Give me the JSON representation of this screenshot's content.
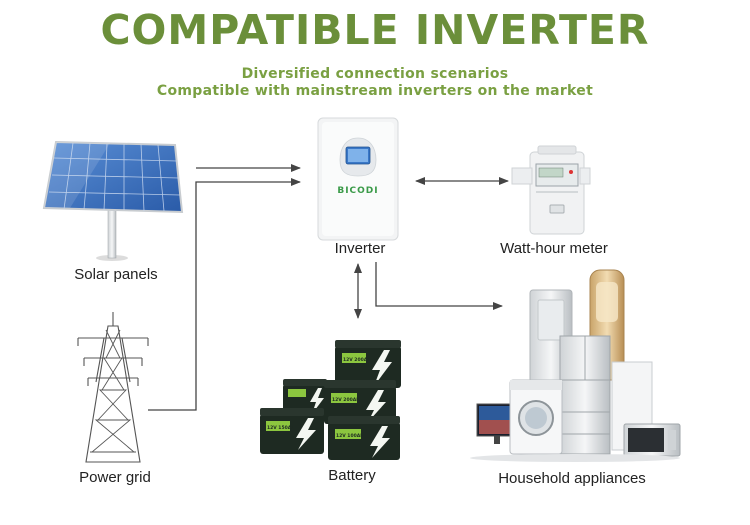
{
  "header": {
    "title": "COMPATIBLE INVERTER",
    "subtitle_line1": "Diversified connection scenarios",
    "subtitle_line2": "Compatible with mainstream inverters on the market"
  },
  "nodes": {
    "solar_panels": "Solar panels",
    "power_grid": "Power grid",
    "inverter": "Inverter",
    "battery": "Battery",
    "watt_hour_meter": "Watt-hour meter",
    "household_appliances": "Household appliances"
  },
  "inverter_brand": "BICODI",
  "battery_labels": [
    "12V 200Ah",
    "12V 200Ah",
    "12V 150Ah",
    "12V 100Ah"
  ],
  "colors": {
    "title": "#6b8f3a",
    "subtitle": "#7aa042",
    "arrow": "#444444",
    "battery_body": "#1e2a22",
    "battery_accent": "#8cc63f"
  }
}
